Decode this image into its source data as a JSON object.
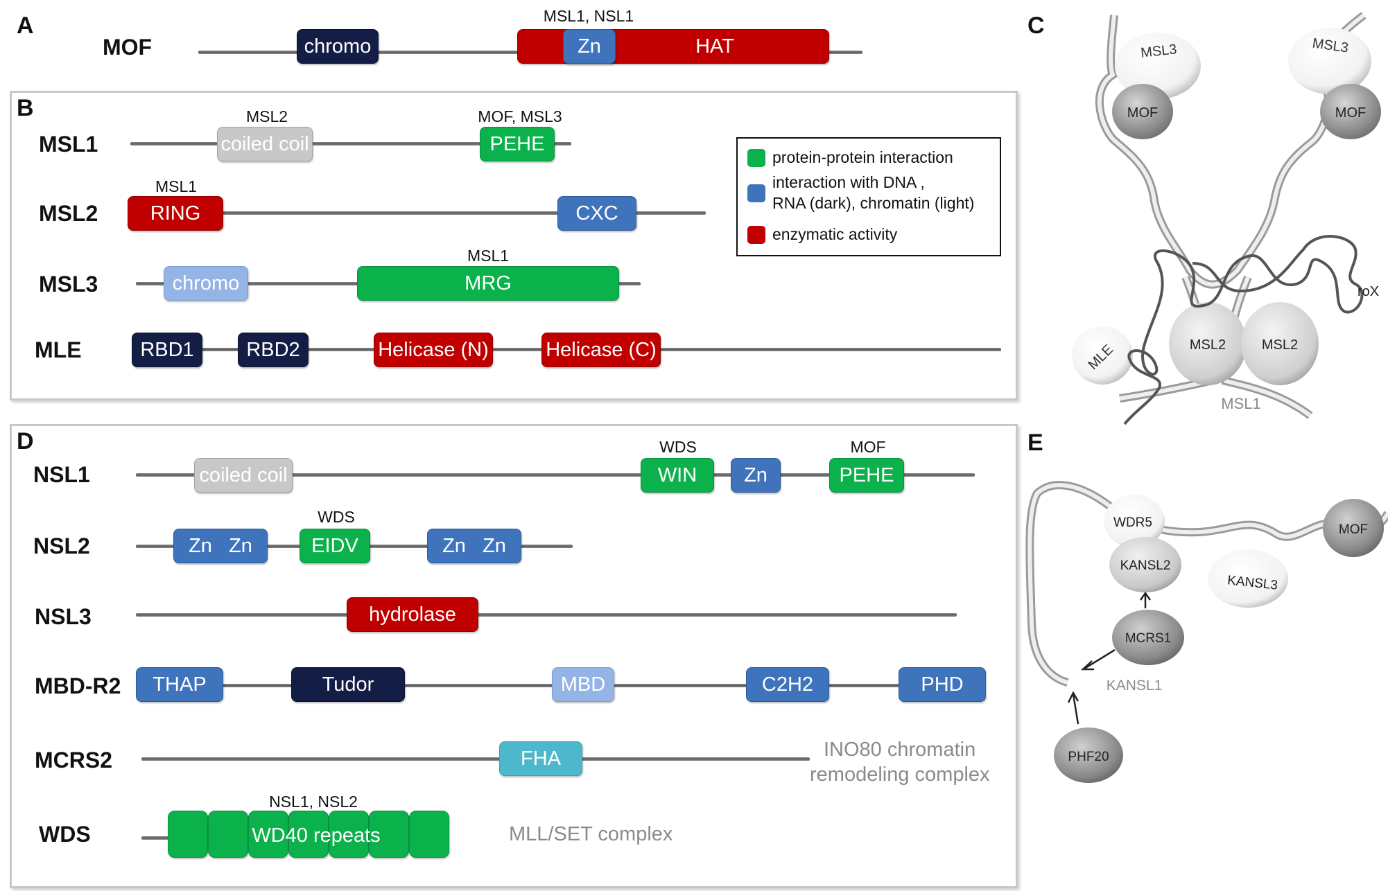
{
  "panels": {
    "A": "A",
    "B": "B",
    "C": "C",
    "D": "D",
    "E": "E"
  },
  "panel_A": {
    "mof": {
      "name": "MOF",
      "chromo": "chromo",
      "zn": "Zn",
      "hat": "HAT",
      "annotation": "MSL1, NSL1"
    }
  },
  "panel_B": {
    "msl1": {
      "name": "MSL1",
      "coiled_coil": "coiled coil",
      "pehe": "PEHE",
      "ann_msl2": "MSL2",
      "ann_mof_msl3": "MOF, MSL3"
    },
    "msl2": {
      "name": "MSL2",
      "ring": "RING",
      "cxc": "CXC",
      "ann_msl1": "MSL1"
    },
    "msl3": {
      "name": "MSL3",
      "chromo": "chromo",
      "mrg": "MRG",
      "ann_msl1": "MSL1"
    },
    "mle": {
      "name": "MLE",
      "rbd1": "RBD1",
      "rbd2": "RBD2",
      "helicase_n": "Helicase (N)",
      "helicase_c": "Helicase (C)"
    },
    "legend": {
      "ppi": "protein-protein interaction",
      "dna_line1": "interaction with DNA ,",
      "dna_line2": "RNA (dark), chromatin (light)",
      "enzymatic": "enzymatic activity",
      "colors": {
        "green": "#0bb14b",
        "blue": "#3f74bd",
        "red": "#c00000"
      }
    }
  },
  "panel_C": {
    "msl3_left": "MSL3",
    "msl3_right": "MSL3",
    "mof_left": "MOF",
    "mof_right": "MOF",
    "msl2_left": "MSL2",
    "msl2_right": "MSL2",
    "mle": "MLE",
    "msl1": "MSL1",
    "rox": "roX"
  },
  "panel_D": {
    "nsl1": {
      "name": "NSL1",
      "coiled_coil": "coiled coil",
      "win": "WIN",
      "zn": "Zn",
      "pehe": "PEHE",
      "ann_wds": "WDS",
      "ann_mof": "MOF"
    },
    "nsl2": {
      "name": "NSL2",
      "zn_zn_1": "Zn   Zn",
      "eidv": "EIDV",
      "zn_zn_2": "Zn   Zn",
      "ann_wds": "WDS"
    },
    "nsl3": {
      "name": "NSL3",
      "hydrolase": "hydrolase"
    },
    "mbdr2": {
      "name": "MBD-R2",
      "thap": "THAP",
      "tudor": "Tudor",
      "mbd": "MBD",
      "c2h2": "C2H2",
      "phd": "PHD"
    },
    "mcrs2": {
      "name": "MCRS2",
      "fha": "FHA",
      "ino80_line1": "INO80 chromatin",
      "ino80_line2": "remodeling complex"
    },
    "wds": {
      "name": "WDS",
      "wd40": "WD40 repeats",
      "ann_nsl": "NSL1, NSL2",
      "mll": "MLL/SET complex"
    }
  },
  "panel_E": {
    "wdr5": "WDR5",
    "mof": "MOF",
    "kansl2": "KANSL2",
    "kansl3": "KANSL3",
    "mcrs1": "MCRS1",
    "kansl1": "KANSL1",
    "phf20": "PHF20"
  }
}
